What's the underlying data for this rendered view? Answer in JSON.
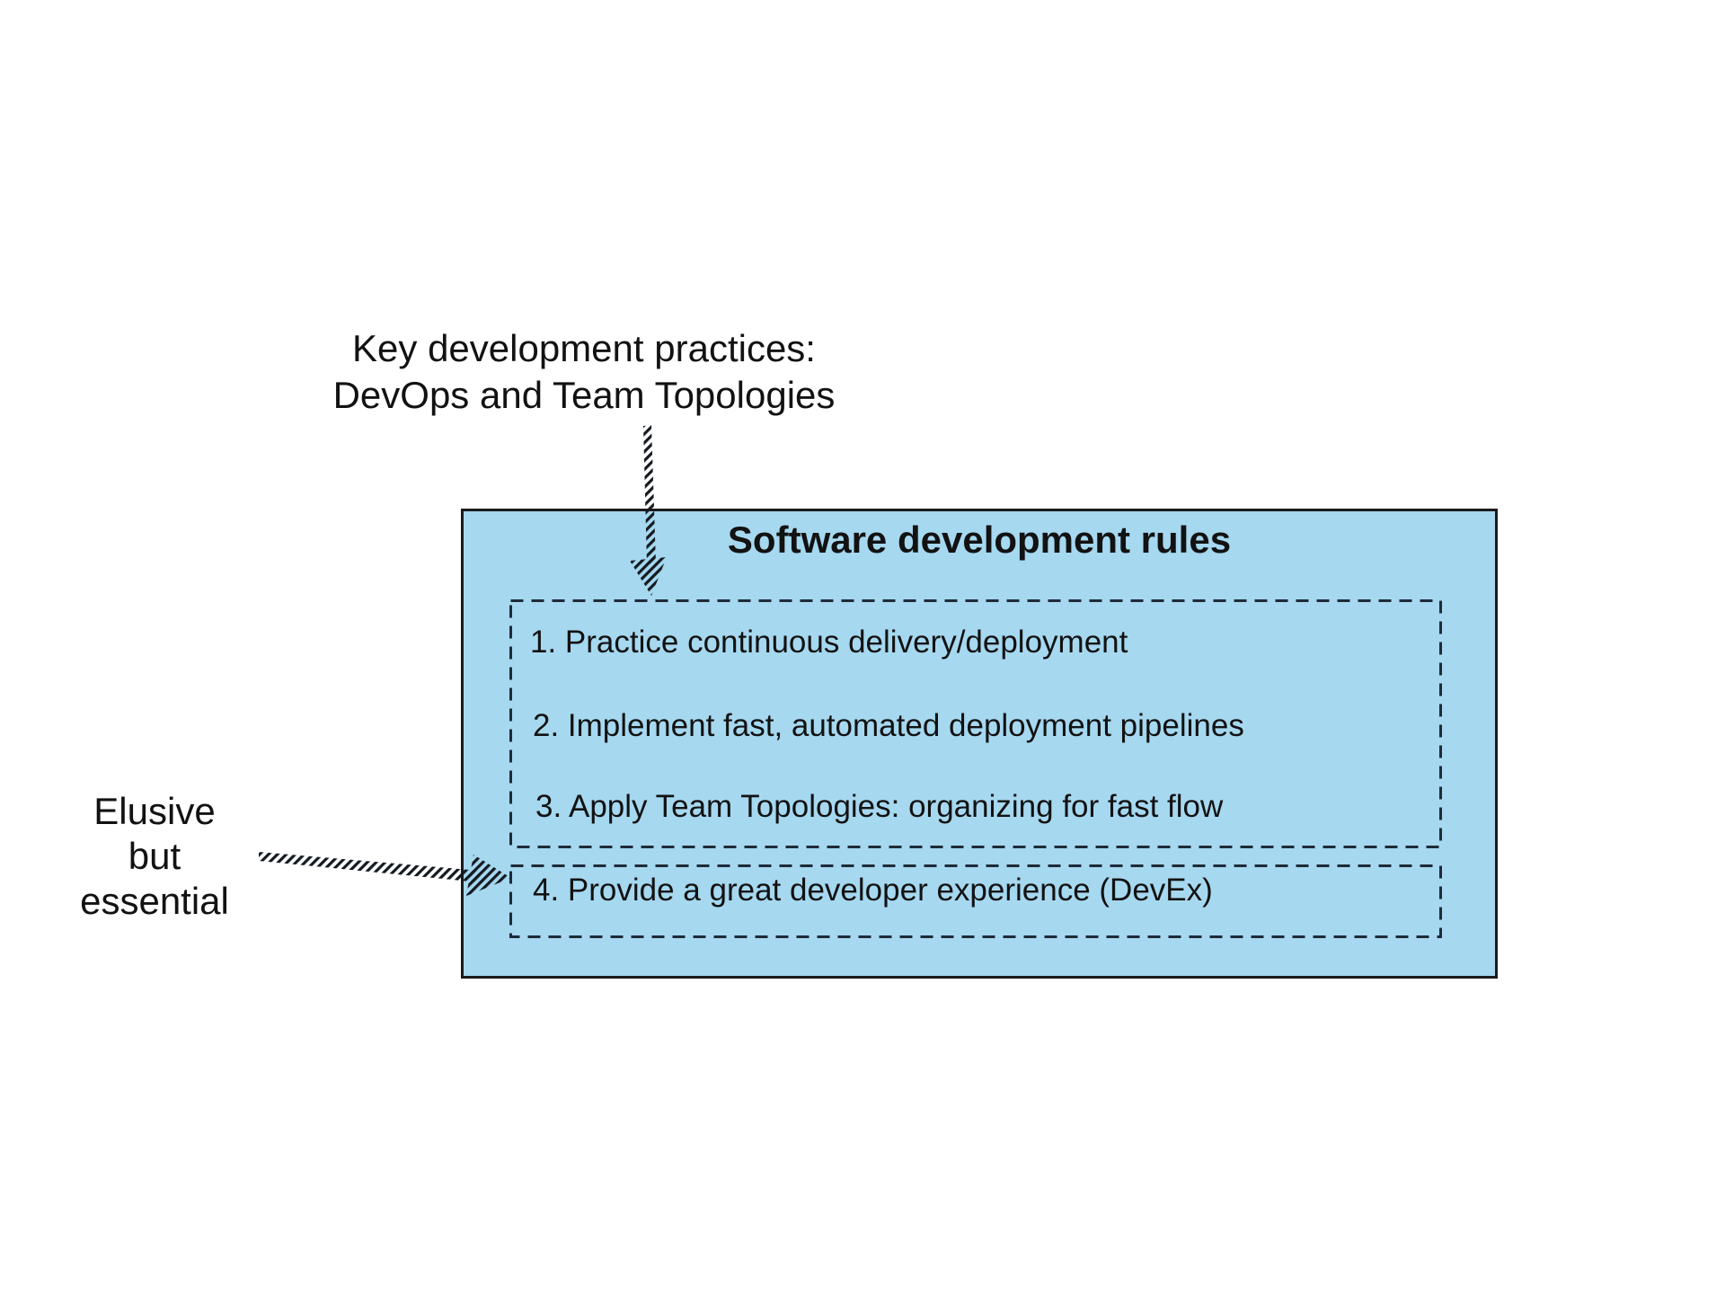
{
  "diagram": {
    "callout_top": {
      "lines": [
        "Key development practices:",
        "DevOps and Team Topologies"
      ]
    },
    "callout_left": {
      "lines": [
        "Elusive",
        "but",
        "essential"
      ]
    },
    "rules_box": {
      "title": "Software development rules",
      "main_rules": [
        "1. Practice continuous delivery/deployment",
        "2. Implement fast, automated deployment pipelines",
        "3. Apply Team Topologies: organizing for fast flow"
      ],
      "devex_rule": "4. Provide a great developer experience (DevEx)"
    },
    "colors": {
      "box_fill": "#A6D8F0",
      "box_border": "#1A1A1A",
      "dashed_border": "#1E2B38",
      "text": "#121212"
    }
  }
}
